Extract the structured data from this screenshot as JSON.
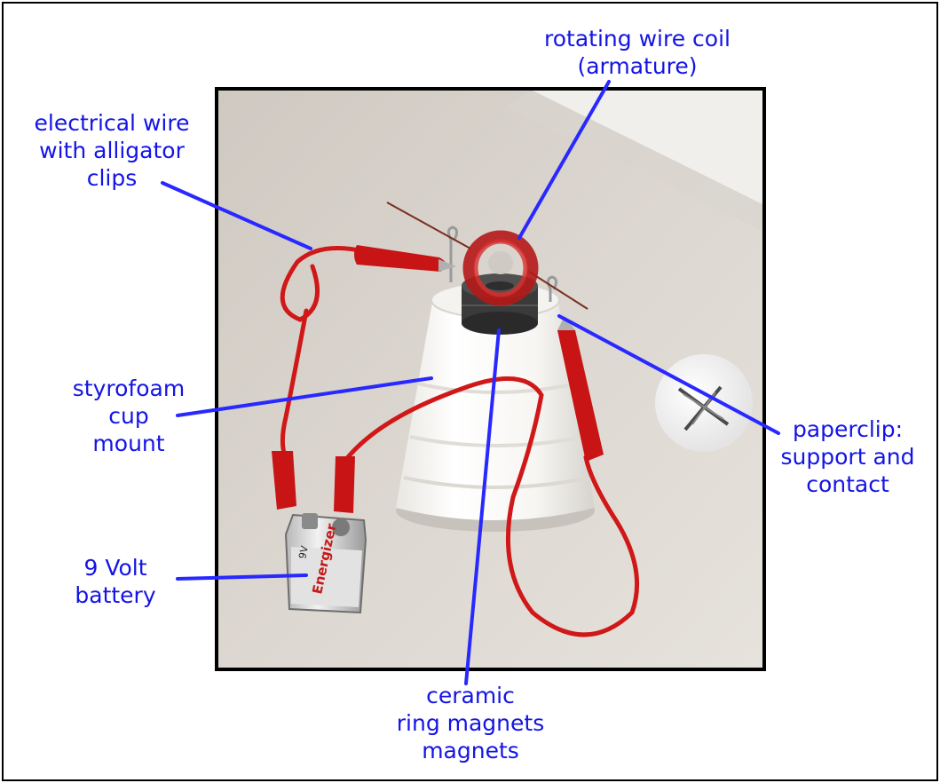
{
  "labels": {
    "armature": [
      "rotating wire coil",
      "(armature)"
    ],
    "wire": [
      "electrical wire",
      "with alligator",
      "clips"
    ],
    "cup": [
      "styrofoam",
      "cup",
      "mount"
    ],
    "battery": [
      "9 Volt",
      "battery"
    ],
    "magnets": [
      "ceramic",
      "ring magnets",
      "magnets"
    ],
    "paperclip": [
      "paperclip:",
      "support and",
      "contact"
    ]
  },
  "battery_print": {
    "brand": "Energizer",
    "voltage": "9V"
  },
  "colors": {
    "label": "#1414e6",
    "leader": "#2828ff",
    "wire": "#d01818",
    "background": "#ffffff",
    "photo_border": "#000000"
  }
}
